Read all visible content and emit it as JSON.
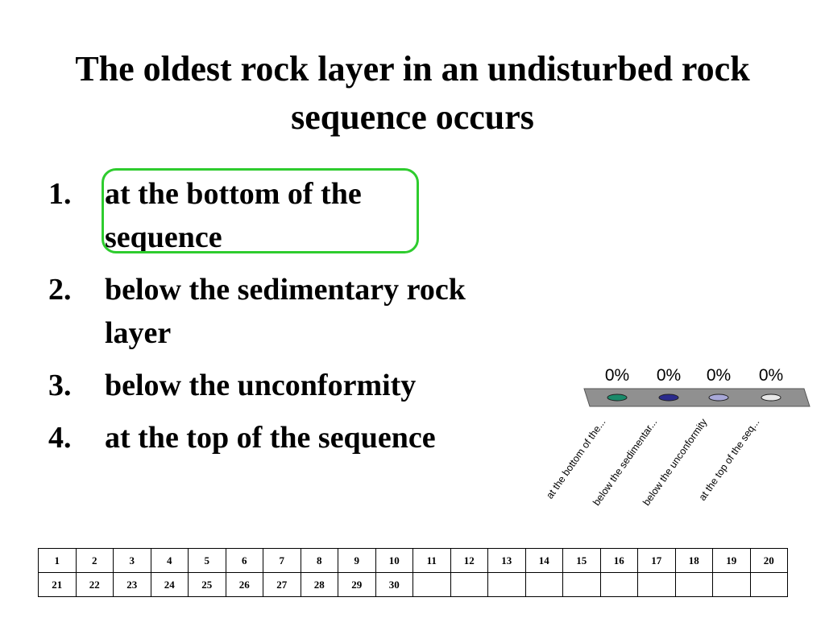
{
  "question": {
    "title_line1": "The oldest rock layer in an undisturbed rock",
    "title_line2": "sequence occurs"
  },
  "answers": [
    {
      "number": "1.",
      "text": "at the bottom of the sequence",
      "correct": true
    },
    {
      "number": "2.",
      "text": "below the sedimentary rock layer",
      "correct": false
    },
    {
      "number": "3.",
      "text": "below the unconformity",
      "correct": false
    },
    {
      "number": "4.",
      "text": "at the top of the sequence",
      "correct": false
    }
  ],
  "highlight_color": "#2ecc2e",
  "chart_data": {
    "type": "bar",
    "categories": [
      "at the bottom of the...",
      "below the sedimentar...",
      "below the unconformity",
      "at the top of the seq..."
    ],
    "series": [
      {
        "values": [
          0,
          0,
          0,
          0
        ],
        "colors": [
          "#1a8a6a",
          "#2b2b8c",
          "#a8a8d8",
          "#e8e8e8"
        ]
      }
    ],
    "value_labels": [
      "0%",
      "0%",
      "0%",
      "0%"
    ],
    "ylim": [
      0,
      100
    ]
  },
  "response_grid": {
    "rows": [
      [
        "1",
        "2",
        "3",
        "4",
        "5",
        "6",
        "7",
        "8",
        "9",
        "10",
        "11",
        "12",
        "13",
        "14",
        "15",
        "16",
        "17",
        "18",
        "19",
        "20"
      ],
      [
        "21",
        "22",
        "23",
        "24",
        "25",
        "26",
        "27",
        "28",
        "29",
        "30",
        "",
        "",
        "",
        "",
        "",
        "",
        "",
        "",
        "",
        ""
      ]
    ]
  }
}
